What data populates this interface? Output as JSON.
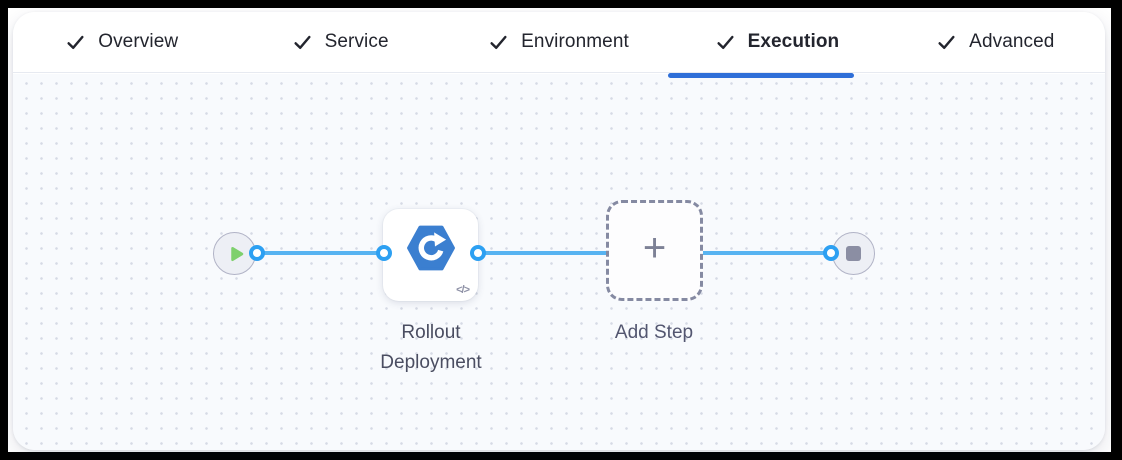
{
  "tabs": {
    "check_glyph": "✓",
    "active_tab": "Execution",
    "items": [
      {
        "label": "Overview",
        "completed": true,
        "active": false
      },
      {
        "label": "Service",
        "completed": true,
        "active": false
      },
      {
        "label": "Environment",
        "completed": true,
        "active": false
      },
      {
        "label": "Execution",
        "completed": true,
        "active": true
      },
      {
        "label": "Advanced",
        "completed": true,
        "active": false
      }
    ]
  },
  "pipeline": {
    "start_node_icon": "play-icon",
    "end_node_icon": "stop-icon",
    "step": {
      "label": "Rollout Deployment",
      "icon": "rollout-deployment-icon",
      "badge_glyph": "</>"
    },
    "add_step": {
      "label": "Add Step",
      "plus_glyph": "+"
    }
  },
  "icons": {
    "tab_check": {
      "name": "check-icon",
      "glyph": "✓"
    },
    "start": {
      "name": "play-icon",
      "glyph": "▶"
    },
    "end": {
      "name": "stop-icon",
      "glyph": "■"
    },
    "step": {
      "name": "rollout-deployment-icon",
      "shape": "blue hexagon with white circular redeploy arrow"
    },
    "add": {
      "name": "plus-icon",
      "glyph": "+"
    },
    "code_badge": {
      "name": "code-icon",
      "glyph": "</>"
    }
  },
  "colors": {
    "active_tab_underline": "#2f6fd8",
    "flow_line_blue": "#57b3f1",
    "connector_ring_blue": "#2da0f2",
    "play_green": "#7ed06d",
    "stop_gray": "#8b8ea3",
    "step_icon_blue": "#3b7fd0",
    "canvas_bg": "#f8fafd",
    "node_fill": "#edeff5",
    "node_border": "#b1b3c6"
  }
}
